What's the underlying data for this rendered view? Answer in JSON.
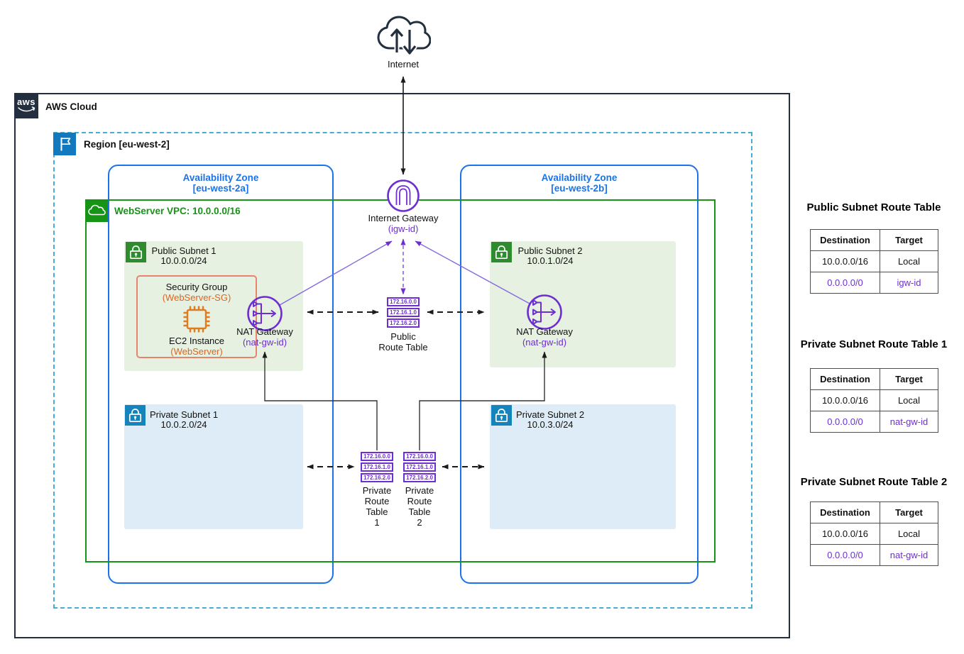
{
  "colors": {
    "aws_navy": "#232f3e",
    "region_dashed_blue": "#46acd8",
    "az_blue": "#1a73e8",
    "vpc_green": "#169416",
    "public_subnet_bg": "#e6f1e1",
    "private_subnet_bg": "#ddecf6",
    "public_subnet_icon_green": "#2e8b2e",
    "private_subnet_icon_blue": "#1583bc",
    "purple": "#6d2fd1",
    "line_purple": "#8668e0",
    "orange": "#e0641f",
    "security_group_border": "#e8846d"
  },
  "icons": {
    "internet": "internet-cloud-icon",
    "aws": "aws-logo-icon",
    "region": "region-flag-icon",
    "vpc": "vpc-cloud-icon",
    "public_subnet": "public-subnet-lock-icon",
    "private_subnet": "private-subnet-lock-icon",
    "igw": "internet-gateway-icon",
    "nat": "nat-gateway-icon",
    "ec2": "ec2-chip-icon",
    "route_table": "route-table-stack-icon"
  },
  "internet": {
    "label": "Internet"
  },
  "aws_cloud": {
    "label": "AWS Cloud",
    "logo_text": "aws"
  },
  "region": {
    "label": "Region [eu-west-2]"
  },
  "az1": {
    "line1": "Availability Zone",
    "line2": "[eu-west-2a]"
  },
  "az2": {
    "line1": "Availability Zone",
    "line2": "[eu-west-2b]"
  },
  "vpc": {
    "label": "WebServer VPC: 10.0.0.0/16"
  },
  "igw": {
    "label": "Internet Gateway",
    "id": "(igw-id)"
  },
  "nat1": {
    "label": "NAT Gateway",
    "id": "(nat-gw-id)"
  },
  "nat2": {
    "label": "NAT Gateway",
    "id": "(nat-gw-id)"
  },
  "subnets": {
    "public1": {
      "name": "Public Subnet 1",
      "cidr": "10.0.0.0/24"
    },
    "public2": {
      "name": "Public Subnet 2",
      "cidr": "10.0.1.0/24"
    },
    "private1": {
      "name": "Private Subnet 1",
      "cidr": "10.0.2.0/24"
    },
    "private2": {
      "name": "Private Subnet 2",
      "cidr": "10.0.3.0/24"
    }
  },
  "security_group": {
    "name": "Security Group",
    "id": "(WebServer-SG)",
    "instance_label": "EC2 Instance",
    "instance_id": "(WebServer)"
  },
  "route_icons": {
    "rows": [
      "172.16.0.0",
      "172.16.1.0",
      "172.16.2.0"
    ],
    "public": {
      "line1": "Public",
      "line2": "Route Table"
    },
    "private1": {
      "line1": "Private",
      "line2": "Route",
      "line3": "Table",
      "line4": "1"
    },
    "private2": {
      "line1": "Private",
      "line2": "Route",
      "line3": "Table",
      "line4": "2"
    }
  },
  "tables": [
    {
      "title": "Public Subnet Route Table",
      "headers": [
        "Destination",
        "Target"
      ],
      "rows": [
        [
          "10.0.0.0/16",
          "Local"
        ],
        [
          "0.0.0.0/0",
          "igw-id"
        ]
      ]
    },
    {
      "title": "Private Subnet Route Table 1",
      "headers": [
        "Destination",
        "Target"
      ],
      "rows": [
        [
          "10.0.0.0/16",
          "Local"
        ],
        [
          "0.0.0.0/0",
          "nat-gw-id"
        ]
      ]
    },
    {
      "title": "Private Subnet Route Table 2",
      "headers": [
        "Destination",
        "Target"
      ],
      "rows": [
        [
          "10.0.0.0/16",
          "Local"
        ],
        [
          "0.0.0.0/0",
          "nat-gw-id"
        ]
      ]
    }
  ]
}
